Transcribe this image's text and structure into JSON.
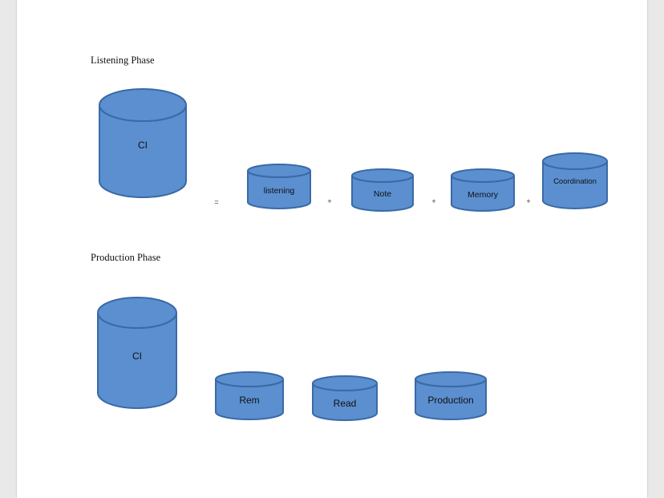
{
  "colors": {
    "fill": "#5b8fd0",
    "stroke": "#3a6aa6",
    "page": "#ffffff",
    "backdrop": "#e9e9ea"
  },
  "listening": {
    "heading": "Listening Phase",
    "main_label": "CI",
    "equals": "=",
    "plus": "+",
    "components": [
      "listening",
      "Note",
      "Memory",
      "Coordination"
    ]
  },
  "production": {
    "heading": "Production Phase",
    "main_label": "CI",
    "components": [
      "Rem",
      "Read",
      "Production"
    ]
  }
}
